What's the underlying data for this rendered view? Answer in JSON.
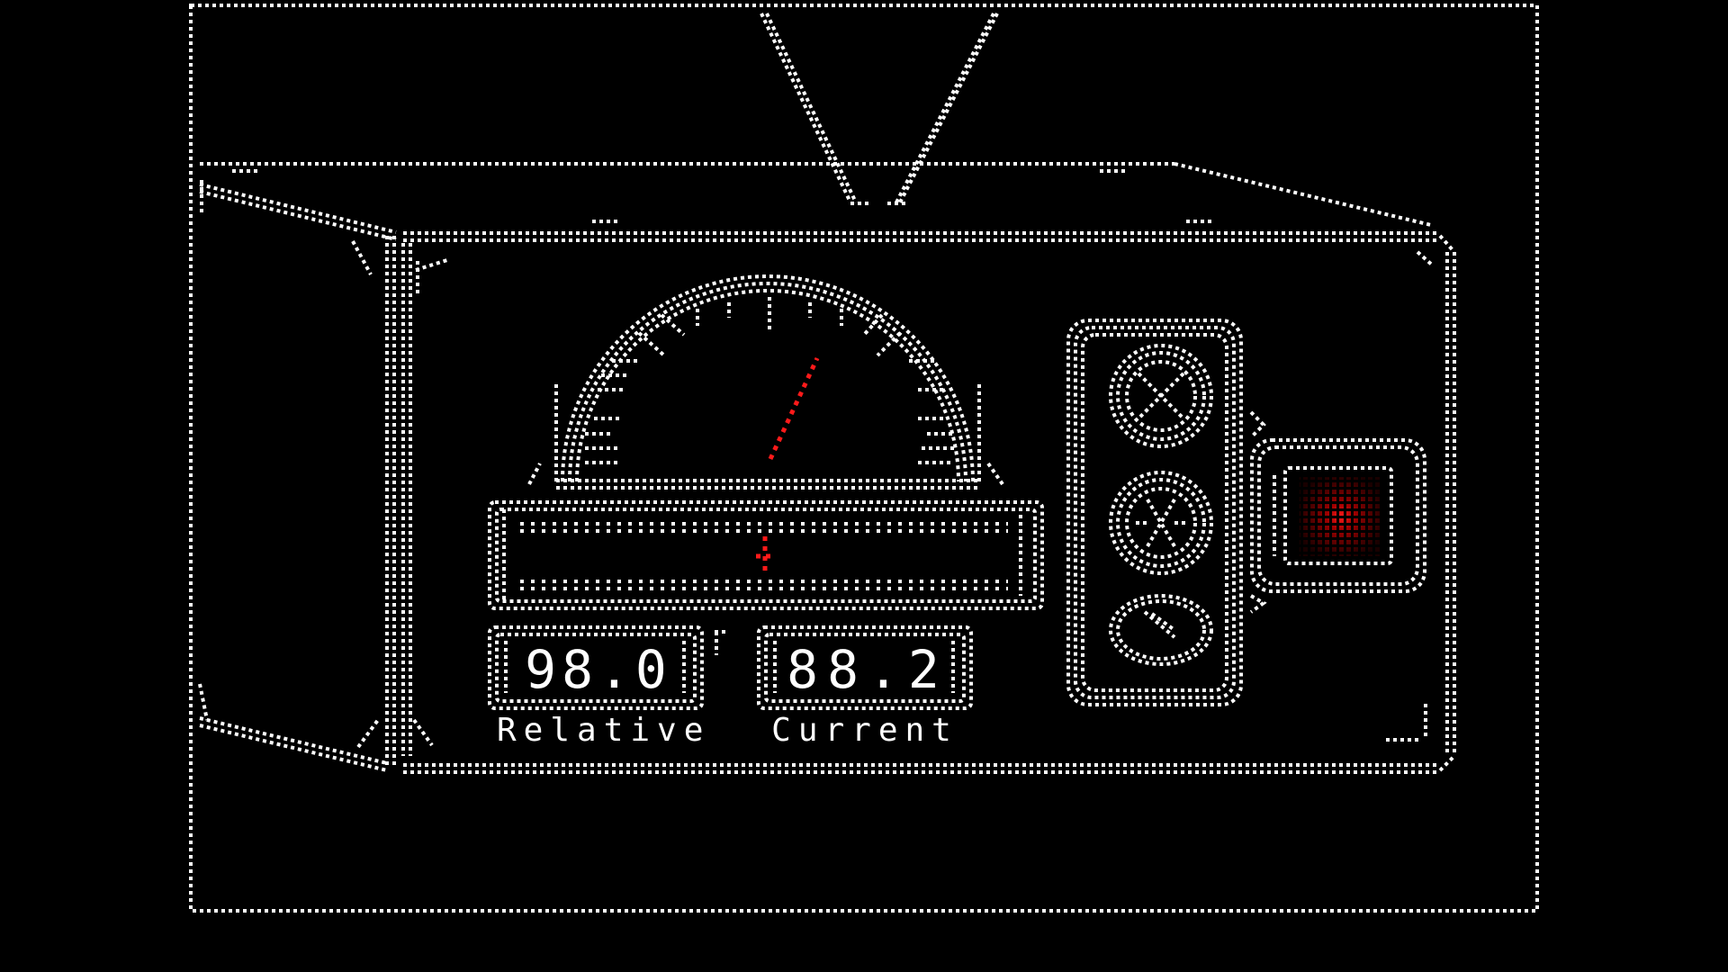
{
  "device": {
    "name": "radio-meter-panel",
    "colors": {
      "background": "#000000",
      "outline": "#ffffff",
      "needle": "#ff1a1a",
      "indicator": "#cc0000"
    }
  },
  "gauge": {
    "needle_angle_deg": 65,
    "ticks": 13
  },
  "slider": {
    "marker_position_pct": 47,
    "tick_count": 34
  },
  "displays": {
    "relative": {
      "value": "98.0",
      "label": "Relative"
    },
    "current": {
      "value": "88.2",
      "label": "Current"
    }
  },
  "side_panel": {
    "dials": [
      {
        "name": "dial-1",
        "icon": "cross-dial-icon"
      },
      {
        "name": "dial-2",
        "icon": "cross-dial-icon"
      },
      {
        "name": "dial-3",
        "icon": "clock-dial-icon"
      }
    ]
  },
  "indicator_button": {
    "state": "on",
    "color": "#ff1a1a"
  }
}
